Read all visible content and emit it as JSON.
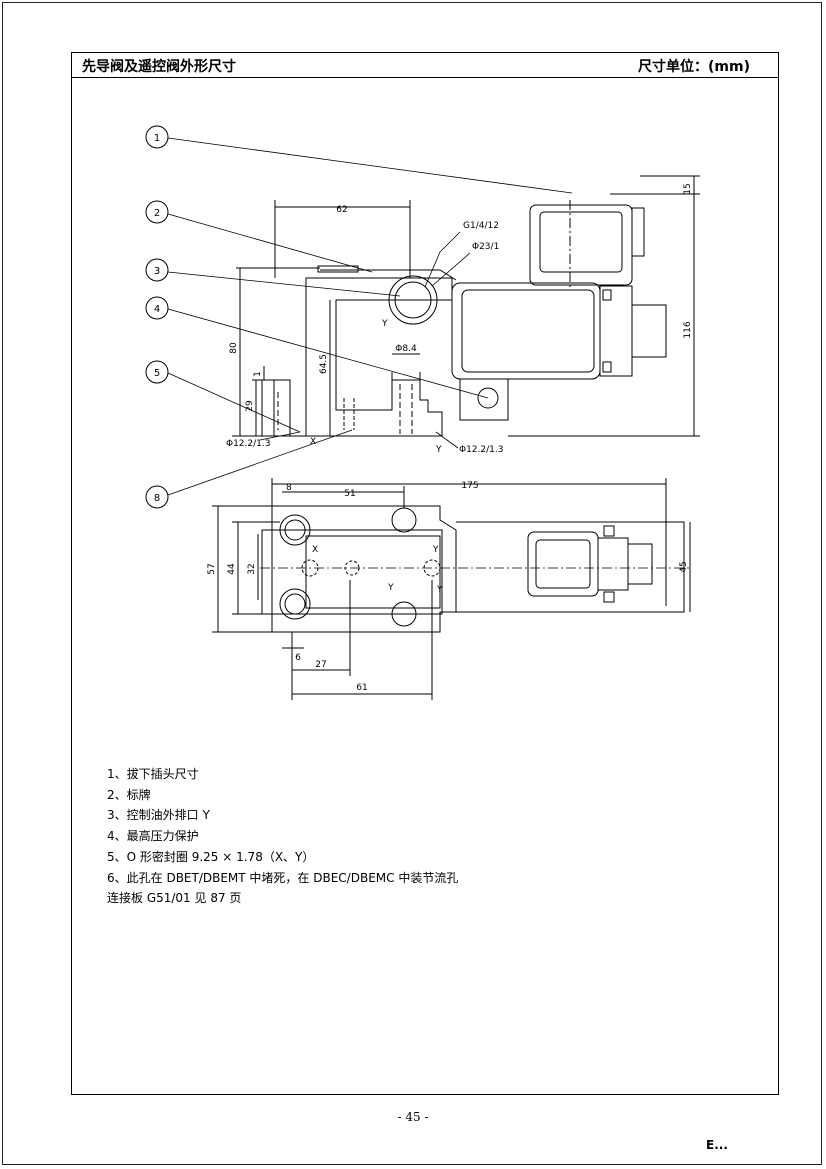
{
  "header": {
    "title": "先导阀及遥控阀外形尺寸",
    "unit": "尺寸单位：(mm)"
  },
  "callouts": [
    "1",
    "2",
    "3",
    "4",
    "5",
    "8"
  ],
  "dimensions": {
    "d62": "62",
    "g_thread": "G1/4/12",
    "phi23": "Φ23/1",
    "d15": "15",
    "d116": "116",
    "d80": "80",
    "d64_5": "64.5",
    "phi8_4": "Φ8.4",
    "d1": "1",
    "d29": "29",
    "phi12_left": "Φ12.2/1.3",
    "phi12_right": "Φ12.2/1.3",
    "port_x": "X",
    "port_y": "Y",
    "port_y_side": "Y",
    "port_y_front": "Y",
    "d8": "8",
    "d51": "51",
    "d175": "175",
    "d57": "57",
    "d44": "44",
    "d32": "32",
    "d45": "45",
    "d6": "6",
    "d27": "27",
    "d61": "61",
    "plan_x": "X",
    "plan_y": "Y",
    "plan_y2": "Y"
  },
  "notes": [
    "1、拔下插头尺寸",
    "2、标牌",
    "3、控制油外排口 Y",
    "4、最高压力保护",
    "5、O 形密封圈 9.25 × 1.78（X、Y）",
    "6、此孔在 DBET/DBEMT 中堵死，在 DBEC/DBEMC 中装节流孔",
    "连接板 G51/01     见 87 页"
  ],
  "page_number": "- 45 -",
  "footer_mark": "E..."
}
